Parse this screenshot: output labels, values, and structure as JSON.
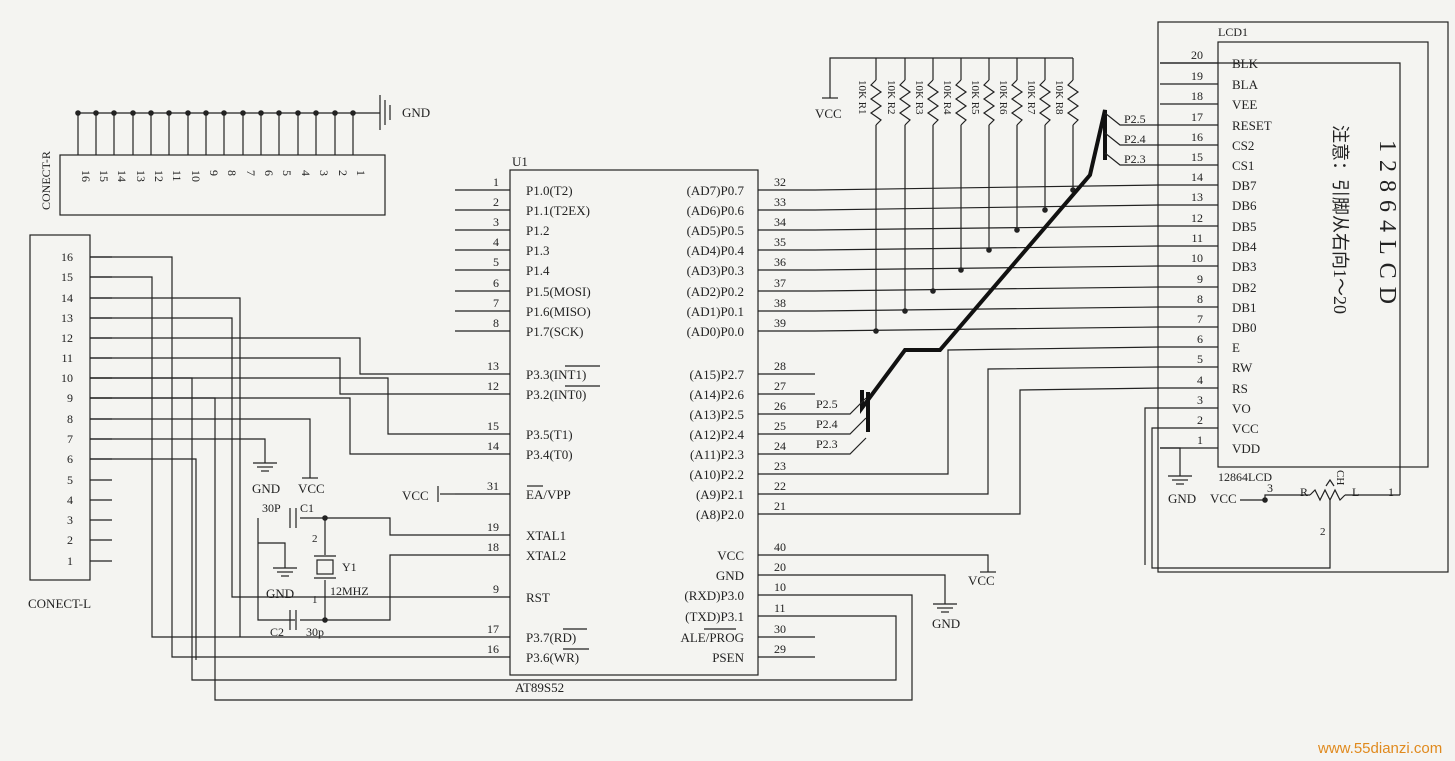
{
  "u1": {
    "ref": "U1",
    "part": "AT89S52",
    "left_pins": [
      {
        "num": "1",
        "name": "P1.0(T2)"
      },
      {
        "num": "2",
        "name": "P1.1(T2EX)"
      },
      {
        "num": "3",
        "name": "P1.2"
      },
      {
        "num": "4",
        "name": "P1.3"
      },
      {
        "num": "5",
        "name": "P1.4"
      },
      {
        "num": "6",
        "name": "P1.5(MOSI)"
      },
      {
        "num": "7",
        "name": "P1.6(MISO)"
      },
      {
        "num": "8",
        "name": "P1.7(SCK)"
      },
      {
        "num": "13",
        "name": "P3.3(INT1)"
      },
      {
        "num": "12",
        "name": "P3.2(INT0)"
      },
      {
        "num": "15",
        "name": "P3.5(T1)"
      },
      {
        "num": "14",
        "name": "P3.4(T0)"
      },
      {
        "num": "31",
        "name": "EA/VPP"
      },
      {
        "num": "19",
        "name": "XTAL1"
      },
      {
        "num": "18",
        "name": "XTAL2"
      },
      {
        "num": "9",
        "name": "RST"
      },
      {
        "num": "17",
        "name": "P3.7(RD)"
      },
      {
        "num": "16",
        "name": "P3.6(WR)"
      }
    ],
    "right_pins": [
      {
        "num": "32",
        "name": "(AD7)P0.7"
      },
      {
        "num": "33",
        "name": "(AD6)P0.6"
      },
      {
        "num": "34",
        "name": "(AD5)P0.5"
      },
      {
        "num": "35",
        "name": "(AD4)P0.4"
      },
      {
        "num": "36",
        "name": "(AD3)P0.3"
      },
      {
        "num": "37",
        "name": "(AD2)P0.2"
      },
      {
        "num": "38",
        "name": "(AD1)P0.1"
      },
      {
        "num": "39",
        "name": "(AD0)P0.0"
      },
      {
        "num": "28",
        "name": "(A15)P2.7"
      },
      {
        "num": "27",
        "name": "(A14)P2.6"
      },
      {
        "num": "26",
        "name": "(A13)P2.5"
      },
      {
        "num": "25",
        "name": "(A12)P2.4"
      },
      {
        "num": "24",
        "name": "(A11)P2.3"
      },
      {
        "num": "23",
        "name": "(A10)P2.2"
      },
      {
        "num": "22",
        "name": "(A9)P2.1"
      },
      {
        "num": "21",
        "name": "(A8)P2.0"
      },
      {
        "num": "40",
        "name": "VCC"
      },
      {
        "num": "20",
        "name": "GND"
      },
      {
        "num": "10",
        "name": "(RXD)P3.0"
      },
      {
        "num": "11",
        "name": "(TXD)P3.1"
      },
      {
        "num": "30",
        "name": "ALE/PROG"
      },
      {
        "num": "29",
        "name": "PSEN"
      }
    ]
  },
  "lcd": {
    "ref": "LCD1",
    "title": "12864LCD",
    "note": "注意：引脚从右向1～20",
    "sub_label": "12864LCD",
    "pins": [
      {
        "num": "20",
        "name": "BLK"
      },
      {
        "num": "19",
        "name": "BLA"
      },
      {
        "num": "18",
        "name": "VEE"
      },
      {
        "num": "17",
        "name": "RESET"
      },
      {
        "num": "16",
        "name": "CS2"
      },
      {
        "num": "15",
        "name": "CS1"
      },
      {
        "num": "14",
        "name": "DB7"
      },
      {
        "num": "13",
        "name": "DB6"
      },
      {
        "num": "12",
        "name": "DB5"
      },
      {
        "num": "11",
        "name": "DB4"
      },
      {
        "num": "10",
        "name": "DB3"
      },
      {
        "num": "9",
        "name": "DB2"
      },
      {
        "num": "8",
        "name": "DB1"
      },
      {
        "num": "7",
        "name": "DB0"
      },
      {
        "num": "6",
        "name": "E"
      },
      {
        "num": "5",
        "name": "RW"
      },
      {
        "num": "4",
        "name": "RS"
      },
      {
        "num": "3",
        "name": "VO"
      },
      {
        "num": "2",
        "name": "VCC"
      },
      {
        "num": "1",
        "name": "VDD"
      }
    ],
    "net_labels": [
      "P2.5",
      "P2.4",
      "P2.3"
    ]
  },
  "resistors": {
    "names": [
      "R1",
      "R2",
      "R3",
      "R4",
      "R5",
      "R6",
      "R7",
      "R8"
    ],
    "value": "10K"
  },
  "conect_r": {
    "label": "CONECT-R",
    "pins": [
      "16",
      "15",
      "14",
      "13",
      "12",
      "11",
      "10",
      "9",
      "8",
      "7",
      "6",
      "5",
      "4",
      "3",
      "2",
      "1"
    ]
  },
  "conect_l": {
    "label": "CONECT-L",
    "pins": [
      "16",
      "15",
      "14",
      "13",
      "12",
      "11",
      "10",
      "9",
      "8",
      "7",
      "6",
      "5",
      "4",
      "3",
      "2",
      "1"
    ]
  },
  "labels": {
    "gnd": "GND",
    "vcc": "VCC",
    "c1": "C1",
    "c1_val": "30P",
    "c2": "C2",
    "c2_val": "30p",
    "y1": "Y1",
    "y1_val": "12MHZ",
    "u1_net_labels": [
      "P2.5",
      "P2.4",
      "P2.3"
    ],
    "pot_r": "R",
    "pot_l": "L",
    "pot_name": "CH",
    "pot_pin3": "3",
    "pot_pin1": "1",
    "pot_pin2": "2",
    "crystal_pin2": "2",
    "crystal_pin1": "1",
    "watermark": "www.55dianzi.com"
  }
}
